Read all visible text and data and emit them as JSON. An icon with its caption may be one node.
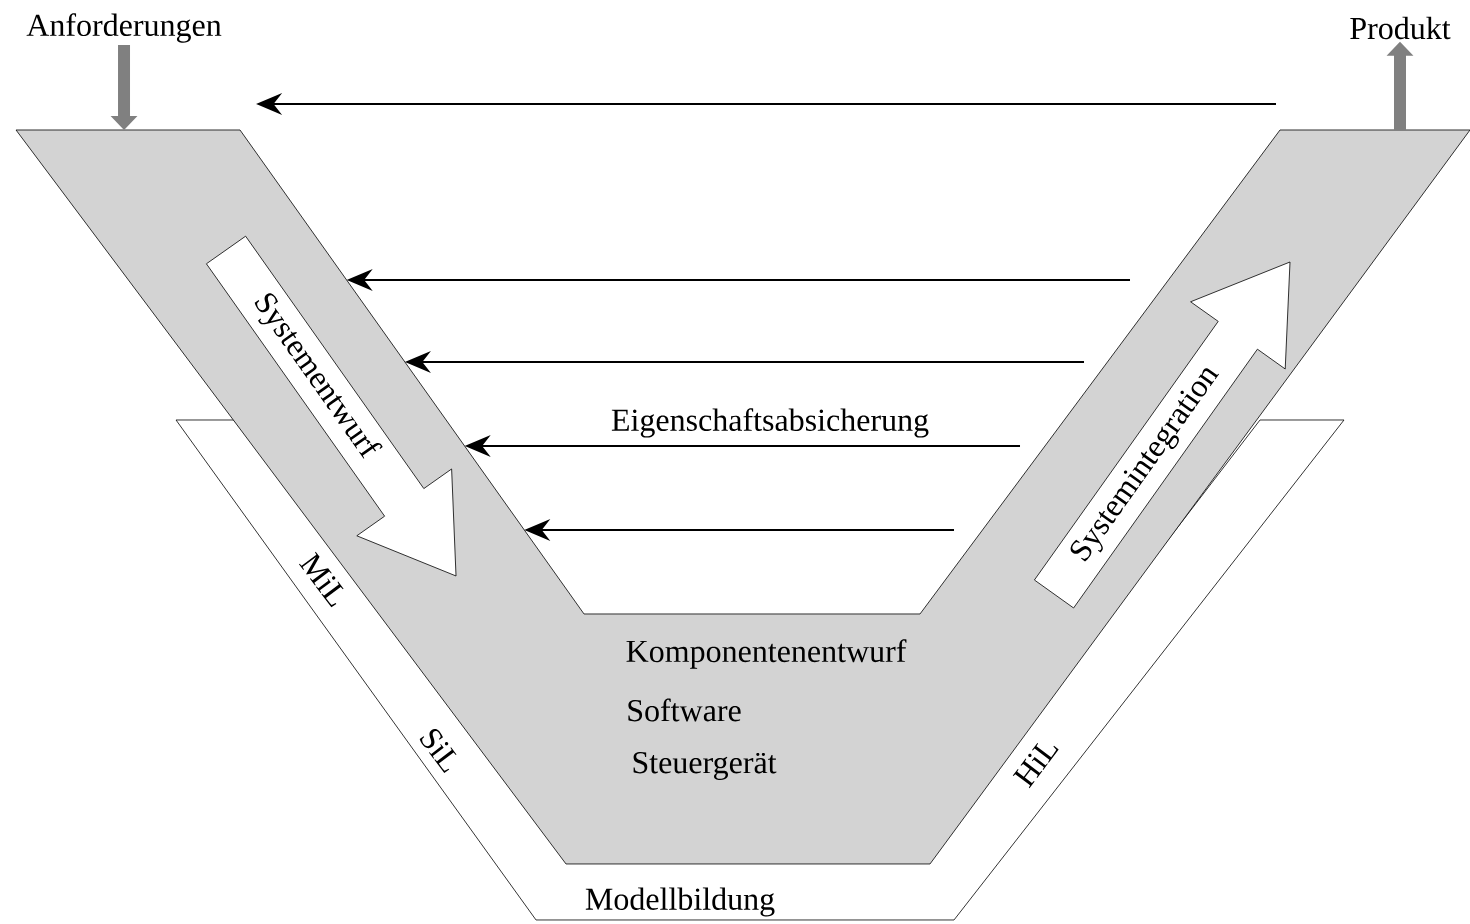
{
  "diagram": {
    "nodes": [
      {
        "text": [
          "Anforderungen"
        ]
      },
      {
        "text": [
          "Produkt"
        ]
      },
      {
        "text": [
          "Komponentenentwurf",
          "Software",
          "Steuergerät"
        ]
      },
      {
        "text": [
          "Systementwurf"
        ],
        "in": 2
      },
      {
        "text": [
          "Systemintegration"
        ],
        "in": 2
      },
      {
        "text": [
          "Modellbildung",
          "MiL",
          "SiL",
          "HiL"
        ]
      }
    ],
    "edges": [
      {
        "from": 0,
        "to": 2,
        "arrow": "to",
        "style": "thick",
        "color": "#808080"
      },
      {
        "from": 2,
        "to": 1,
        "arrow": "to",
        "style": "thick",
        "color": "#808080"
      },
      {
        "from": null,
        "to": 2,
        "arrow": "to"
      },
      {
        "from": null,
        "to": 2,
        "arrow": "to"
      },
      {
        "from": null,
        "to": 2,
        "arrow": "to"
      },
      {
        "from": null,
        "to": 2,
        "arrow": "to",
        "label": "Eigenschaftsabsicherung"
      },
      {
        "from": null,
        "to": 2,
        "arrow": "to"
      }
    ]
  }
}
